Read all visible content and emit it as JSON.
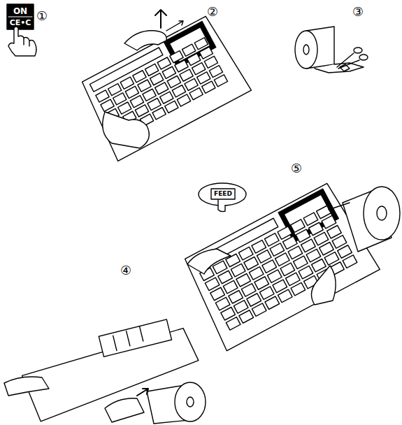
{
  "diagram": {
    "labels": [
      "ON",
      "CE•C",
      "①",
      "②",
      "③",
      "④",
      "⑤",
      "FEED"
    ]
  }
}
